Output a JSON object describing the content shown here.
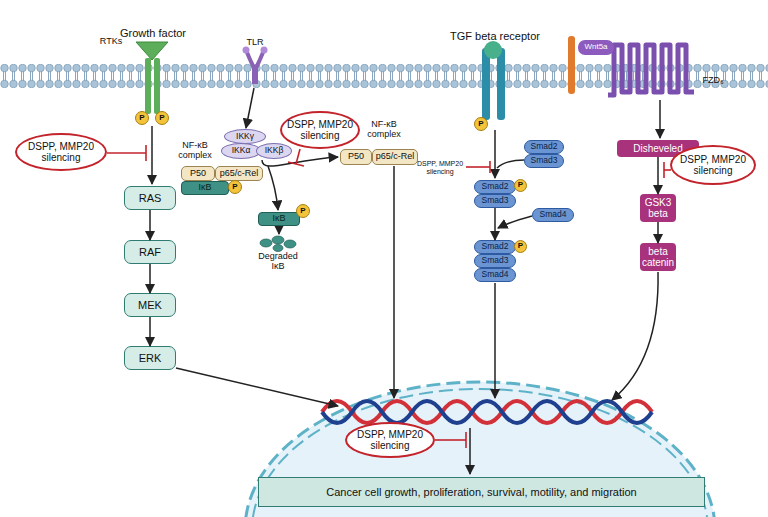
{
  "diagram": {
    "nodes": [
      {
        "text": [
          "P"
        ]
      },
      {
        "text": [
          "P"
        ]
      },
      {
        "text": [
          "DSPP, MMP20 silencing"
        ]
      },
      {
        "text": [
          "RAS"
        ]
      },
      {
        "text": [
          "RAF"
        ]
      },
      {
        "text": [
          "MEK"
        ]
      },
      {
        "text": [
          "ERK"
        ]
      },
      {
        "text": [
          "IKKγ"
        ]
      },
      {
        "text": [
          "IKKα"
        ]
      },
      {
        "text": [
          "IKKβ"
        ]
      },
      {
        "text": [
          "DSPP, MMP20 silencing"
        ]
      },
      {
        "text": [
          "P50"
        ]
      },
      {
        "text": [
          "p65/c-Rel"
        ]
      },
      {
        "text": [
          "IκB"
        ]
      },
      {
        "text": [
          "P"
        ]
      },
      {
        "text": [
          "P50"
        ]
      },
      {
        "text": [
          "p65/c-Rel"
        ]
      },
      {
        "text": [
          "IκB"
        ]
      },
      {
        "text": [
          "P"
        ]
      },
      {
        "text": [
          "P"
        ]
      },
      {
        "text": [
          "Smad2"
        ]
      },
      {
        "text": [
          "Smad3"
        ]
      },
      {
        "text": [
          "Smad2"
        ]
      },
      {
        "text": [
          "Smad3"
        ]
      },
      {
        "text": [
          "P"
        ]
      },
      {
        "text": [
          "Smad4"
        ]
      },
      {
        "text": [
          "Smad2"
        ]
      },
      {
        "text": [
          "Smad3"
        ]
      },
      {
        "text": [
          "Smad4"
        ]
      },
      {
        "text": [
          "P"
        ]
      },
      {
        "text": [
          "Wnt5a"
        ]
      },
      {
        "text": [
          "Disheveled"
        ]
      },
      {
        "text": [
          "DSPP, MMP20 silencing"
        ]
      },
      {
        "text": [
          "GSK3 beta"
        ]
      },
      {
        "text": [
          "beta catenin"
        ]
      },
      {
        "text": [
          "DSPP, MMP20 silencing"
        ]
      },
      {
        "text": [
          "Cancer cell growth, proliferation, survival, motility, and migration"
        ]
      }
    ],
    "edges": [
      {
        "from": 3,
        "to": 4,
        "arrow": "to"
      },
      {
        "from": 4,
        "to": 5,
        "arrow": "to"
      },
      {
        "from": 5,
        "to": 6,
        "arrow": "to"
      },
      {
        "from": 23,
        "to": 26,
        "arrow": "to"
      },
      {
        "from": 31,
        "to": 33,
        "arrow": "to"
      },
      {
        "from": 33,
        "to": 34,
        "arrow": "to"
      }
    ],
    "labels": [
      "Growth factor",
      "RTKs",
      "TLR",
      "NF-κB complex",
      "NF-κB complex",
      "Degraded IκB",
      "TGF beta receptor",
      "DSPP, MMP20 silencing",
      "FZD₆"
    ]
  }
}
